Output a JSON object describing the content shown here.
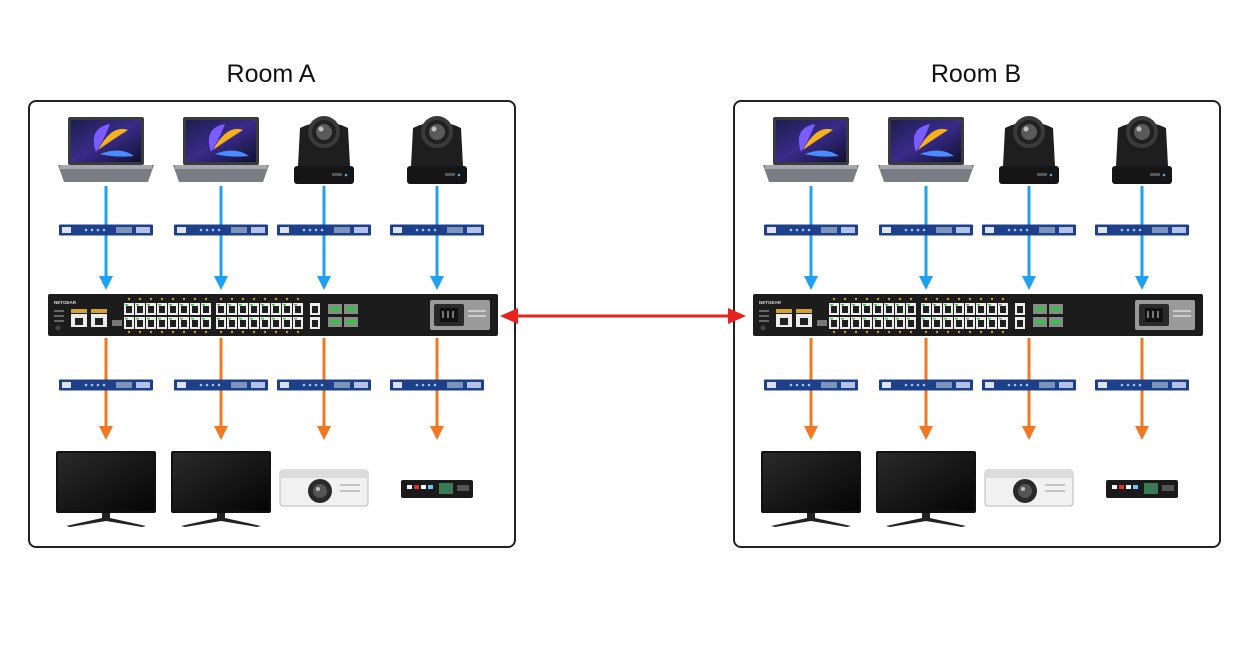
{
  "rooms": [
    {
      "title": "Room A"
    },
    {
      "title": "Room B"
    }
  ],
  "switch_brand": "NETGEAR",
  "colors": {
    "input_arrow": "#1da1f2",
    "output_arrow": "#f07820",
    "link_arrow": "#e8231f",
    "switch_body": "#1c1c1c",
    "encoder_body": "#1e3f8a"
  },
  "devices": {
    "inputs": [
      "laptop",
      "laptop",
      "ptz-camera",
      "ptz-camera"
    ],
    "outputs": [
      "monitor",
      "monitor",
      "projector",
      "recorder"
    ]
  }
}
